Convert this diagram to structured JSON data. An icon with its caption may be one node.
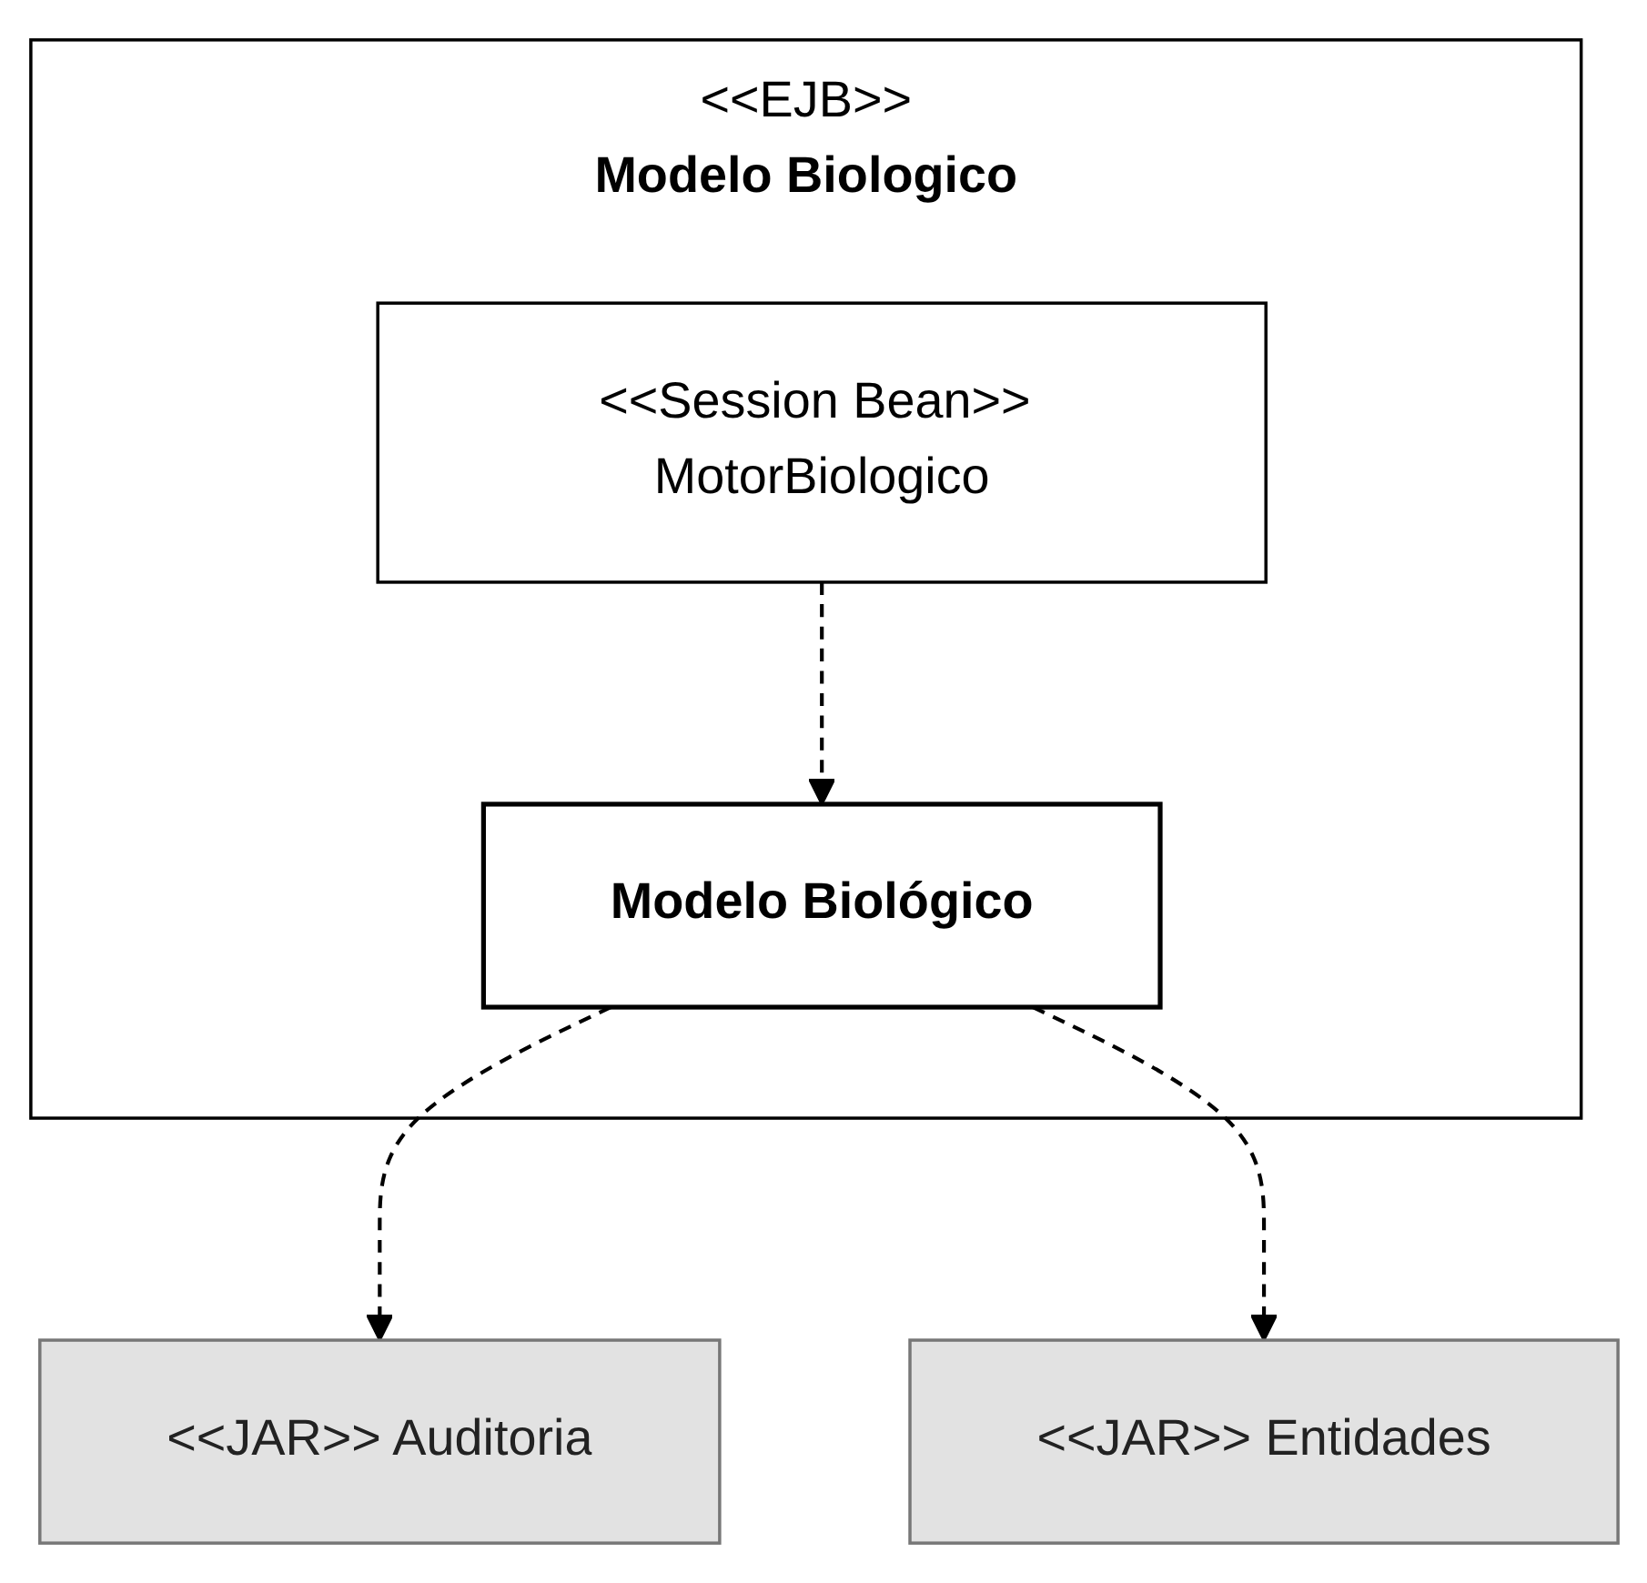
{
  "diagram": {
    "nodes": [
      {
        "text": [
          "<<EJB>>",
          "Modelo Biologico"
        ]
      },
      {
        "text": [
          "<<Session Bean>> MotorBiologico"
        ],
        "in": 0
      },
      {
        "text": [
          "Modelo Biológico"
        ],
        "in": 0
      },
      {
        "text": [
          "<<JAR>> Auditoria"
        ]
      },
      {
        "text": [
          "<<JAR>> Entidades"
        ]
      }
    ],
    "edges": [
      {
        "from": 1,
        "to": 2,
        "arrow": "to",
        "style": "dashed"
      },
      {
        "from": 2,
        "to": 3,
        "arrow": "to",
        "style": "dashed"
      },
      {
        "from": 2,
        "to": 4,
        "arrow": "to",
        "style": "dashed"
      }
    ]
  }
}
